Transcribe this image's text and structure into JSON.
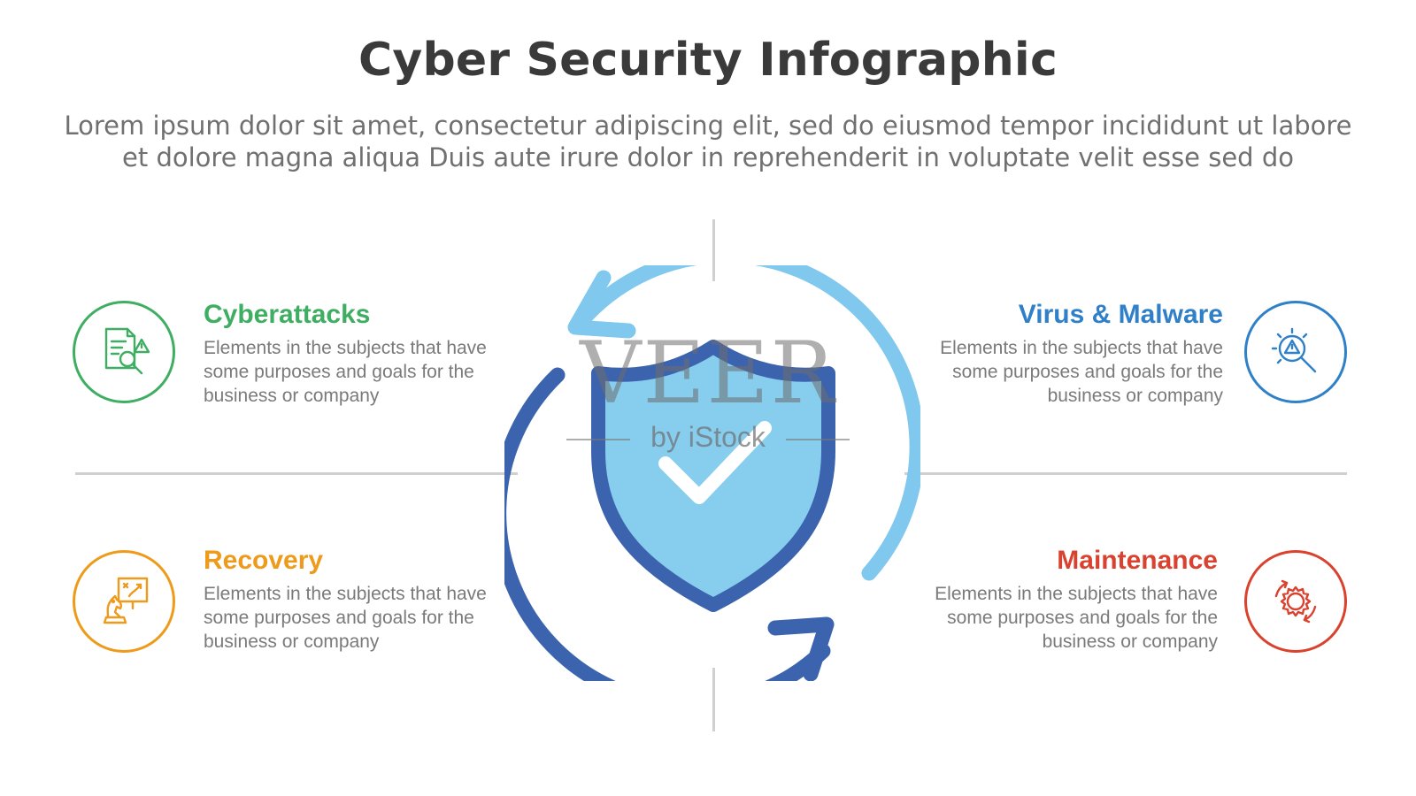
{
  "header": {
    "title": "Cyber Security Infographic",
    "subtitle_line1": "Lorem ipsum dolor sit amet, consectetur adipiscing elit, sed do eiusmod tempor incididunt ut labore",
    "subtitle_line2": "et dolore magna aliqua Duis aute irure dolor in reprehenderit in voluptate velit esse sed do"
  },
  "items": {
    "cyberattacks": {
      "title": "Cyberattacks",
      "line1": "Elements in the subjects that have",
      "line2": "some purposes and goals for the",
      "line3": "business or company",
      "color": "#3fae62",
      "icon": "document-search-warning-icon"
    },
    "virus_malware": {
      "title": "Virus & Malware",
      "line1": "Elements in the subjects that have",
      "line2": "some purposes and goals for the",
      "line3": "business or company",
      "color": "#2f80c8",
      "icon": "warning-magnifier-icon"
    },
    "recovery": {
      "title": "Recovery",
      "line1": "Elements in the subjects that have",
      "line2": "some purposes and goals for the",
      "line3": "business or company",
      "color": "#ee9a1a",
      "icon": "chess-strategy-board-icon"
    },
    "maintenance": {
      "title": "Maintenance",
      "line1": "Elements in the subjects that have",
      "line2": "some purposes and goals for the",
      "line3": "business or company",
      "color": "#d9422e",
      "icon": "gear-cycle-icon"
    }
  },
  "center": {
    "icon": "shield-check-cycle-icon",
    "arrow_light_color": "#80c8ee",
    "arrow_dark_color": "#3c63ad",
    "shield_fill_color": "#87cdee",
    "shield_border_color": "#3c63ad"
  },
  "watermark": {
    "main": "VEER",
    "sub": "by iStock"
  }
}
